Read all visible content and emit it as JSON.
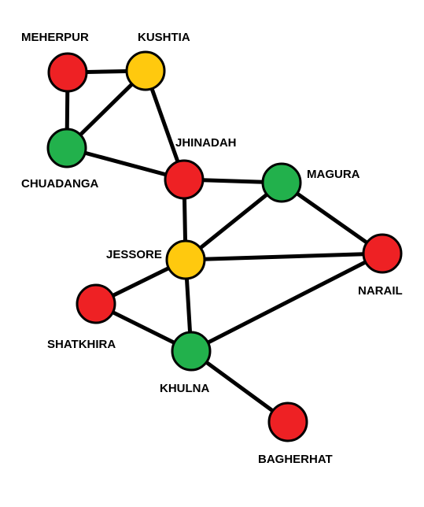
{
  "colors": {
    "red": "#ee2124",
    "yellow": "#ffc90e",
    "green": "#22b14c"
  },
  "nodes": [
    {
      "id": "meherpur",
      "label": "MEHERPUR",
      "color": "red"
    },
    {
      "id": "kushtia",
      "label": "KUSHTIA",
      "color": "yellow"
    },
    {
      "id": "chuadanga",
      "label": "CHUADANGA",
      "color": "green"
    },
    {
      "id": "jhinadah",
      "label": "JHINADAH",
      "color": "red"
    },
    {
      "id": "magura",
      "label": "MAGURA",
      "color": "green"
    },
    {
      "id": "jessore",
      "label": "JESSORE",
      "color": "yellow"
    },
    {
      "id": "narail",
      "label": "NARAIL",
      "color": "red"
    },
    {
      "id": "shatkhira",
      "label": "SHATKHIRA",
      "color": "red"
    },
    {
      "id": "khulna",
      "label": "KHULNA",
      "color": "green"
    },
    {
      "id": "bagherhat",
      "label": "BAGHERHAT",
      "color": "red"
    }
  ],
  "edges": [
    [
      "meherpur",
      "kushtia"
    ],
    [
      "meherpur",
      "chuadanga"
    ],
    [
      "kushtia",
      "chuadanga"
    ],
    [
      "kushtia",
      "jhinadah"
    ],
    [
      "chuadanga",
      "jhinadah"
    ],
    [
      "jhinadah",
      "magura"
    ],
    [
      "jhinadah",
      "jessore"
    ],
    [
      "magura",
      "jessore"
    ],
    [
      "magura",
      "narail"
    ],
    [
      "jessore",
      "narail"
    ],
    [
      "jessore",
      "shatkhira"
    ],
    [
      "jessore",
      "khulna"
    ],
    [
      "shatkhira",
      "khulna"
    ],
    [
      "khulna",
      "narail"
    ],
    [
      "khulna",
      "bagherhat"
    ]
  ]
}
